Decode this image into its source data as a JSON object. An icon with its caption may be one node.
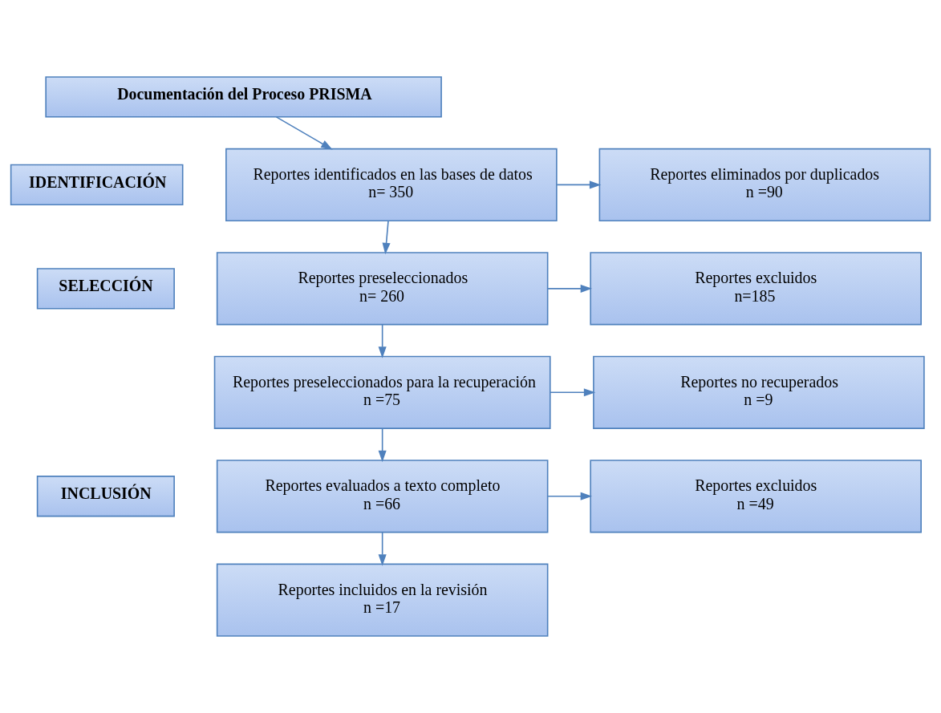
{
  "diagram": {
    "nodes": [
      {
        "text": [
          "IDENTIFICACIÓN"
        ]
      },
      {
        "text": [
          "Documentación del Proceso PRISMA"
        ]
      },
      {
        "text": [
          "Reportes identificados en las bases de datos",
          "n= 350"
        ]
      },
      {
        "text": [
          "Reportes eliminados por duplicados",
          "n =90"
        ]
      },
      {
        "text": [
          "SELECCIÓN"
        ]
      },
      {
        "text": [
          "Reportes preseleccionados",
          "n= 260"
        ]
      },
      {
        "text": [
          "Reportes excluidos",
          "n=185"
        ]
      },
      {
        "text": [
          "Reportes preseleccionados para la recuperación",
          "n =75"
        ]
      },
      {
        "text": [
          "Reportes no recuperados",
          "n =9"
        ]
      },
      {
        "text": [
          "INCLUSIÓN"
        ]
      },
      {
        "text": [
          "Reportes evaluados a texto completo",
          "n =66"
        ]
      },
      {
        "text": [
          "Reportes excluidos",
          "n =49"
        ]
      },
      {
        "text": [
          "Reportes incluidos en la revisión",
          "n =17"
        ]
      }
    ],
    "edges": [
      {
        "from": 1,
        "to": 2,
        "arrow": "to"
      },
      {
        "from": 2,
        "to": 3,
        "arrow": "to"
      },
      {
        "from": 2,
        "to": 5,
        "arrow": "to"
      },
      {
        "from": 5,
        "to": 6,
        "arrow": "to"
      },
      {
        "from": 5,
        "to": 7,
        "arrow": "to"
      },
      {
        "from": 7,
        "to": 8,
        "arrow": "to"
      },
      {
        "from": 7,
        "to": 10,
        "arrow": "to"
      },
      {
        "from": 10,
        "to": 11,
        "arrow": "to"
      },
      {
        "from": 10,
        "to": 12,
        "arrow": "to"
      }
    ]
  }
}
